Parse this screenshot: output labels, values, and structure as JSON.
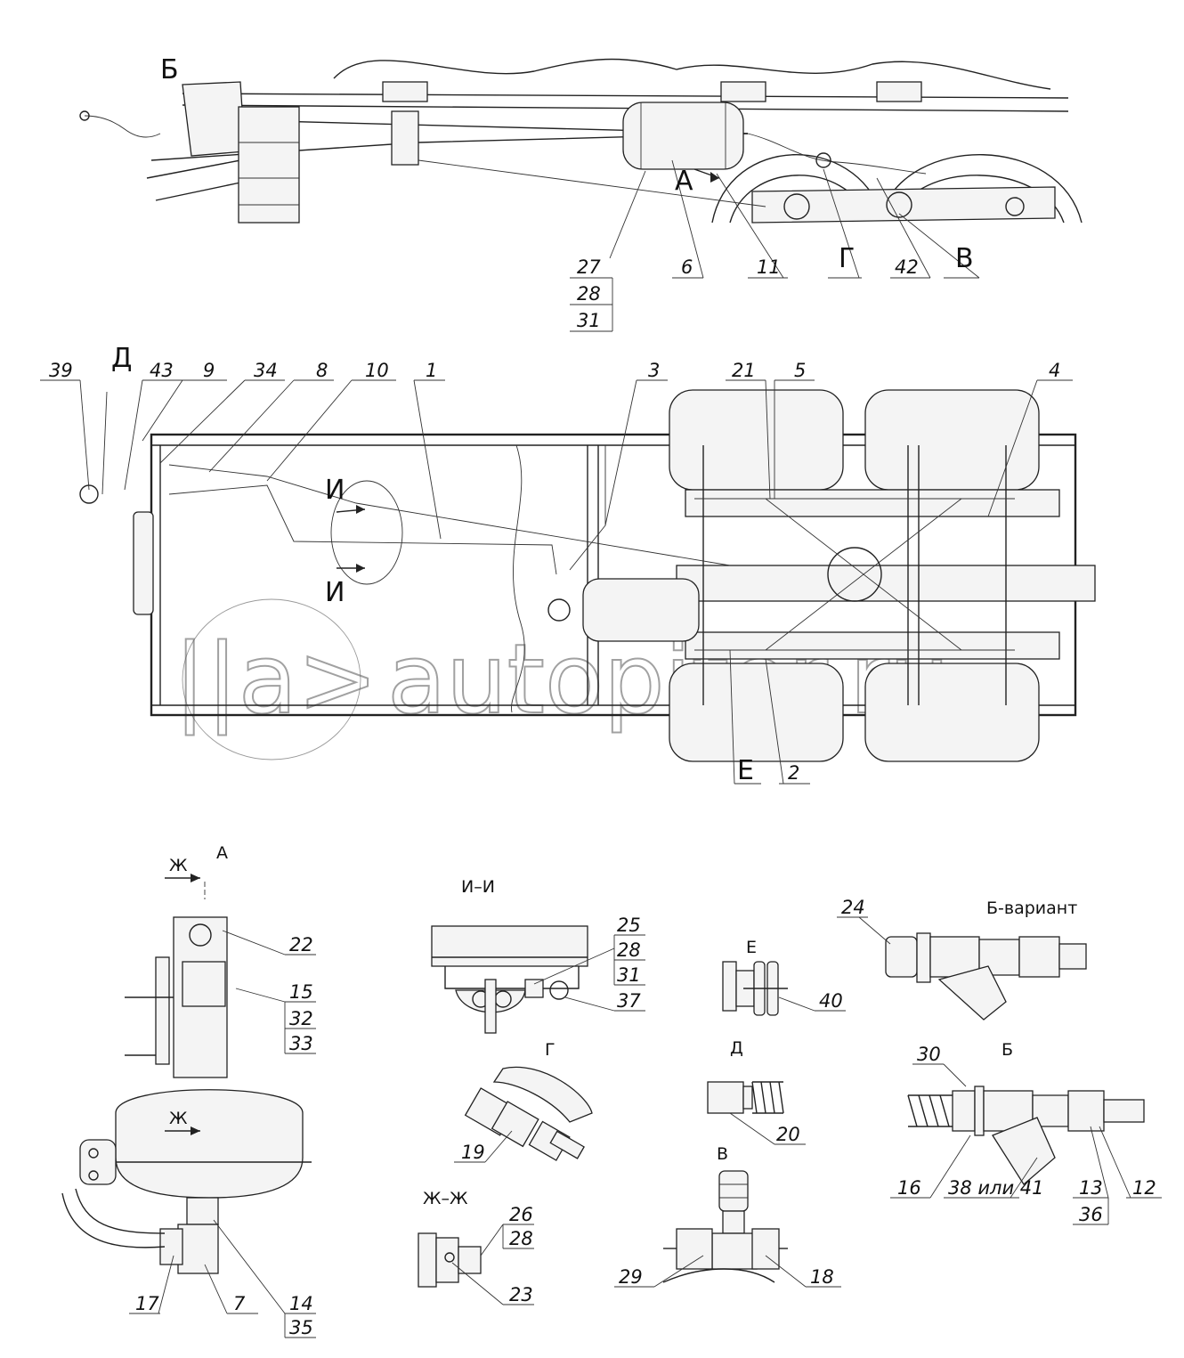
{
  "top_view": {
    "view_letters": [
      "Б",
      "А",
      "Г",
      "В"
    ],
    "callouts": [
      "27",
      "28",
      "31",
      "6",
      "11",
      "42"
    ]
  },
  "plan_view": {
    "view_letters": [
      "Д",
      "И",
      "И",
      "Е"
    ],
    "callouts": [
      "39",
      "43",
      "9",
      "34",
      "8",
      "10",
      "1",
      "3",
      "21",
      "5",
      "4",
      "2"
    ]
  },
  "detail_A": {
    "title": "А",
    "section_mark": "Ж",
    "callouts": [
      "22",
      "15",
      "32",
      "33",
      "17",
      "7",
      "14",
      "35"
    ]
  },
  "detail_II": {
    "title": "И–И",
    "callouts": [
      "25",
      "28",
      "31",
      "37"
    ]
  },
  "detail_G": {
    "title": "Г",
    "callouts": [
      "19"
    ]
  },
  "detail_ZhZh": {
    "title": "Ж–Ж",
    "callouts": [
      "26",
      "28",
      "23"
    ]
  },
  "detail_E": {
    "title": "Е",
    "callouts": [
      "40"
    ]
  },
  "detail_D": {
    "title": "Д",
    "callouts": [
      "20"
    ]
  },
  "detail_V": {
    "title": "В",
    "callouts": [
      "29",
      "18"
    ]
  },
  "detail_B_var": {
    "title": "Б-вариант",
    "callouts": [
      "24"
    ]
  },
  "detail_B": {
    "title": "Б",
    "callouts": [
      "30",
      "16",
      "38 или 41",
      "13",
      "36",
      "12"
    ]
  },
  "watermark": "autopiter.ru"
}
